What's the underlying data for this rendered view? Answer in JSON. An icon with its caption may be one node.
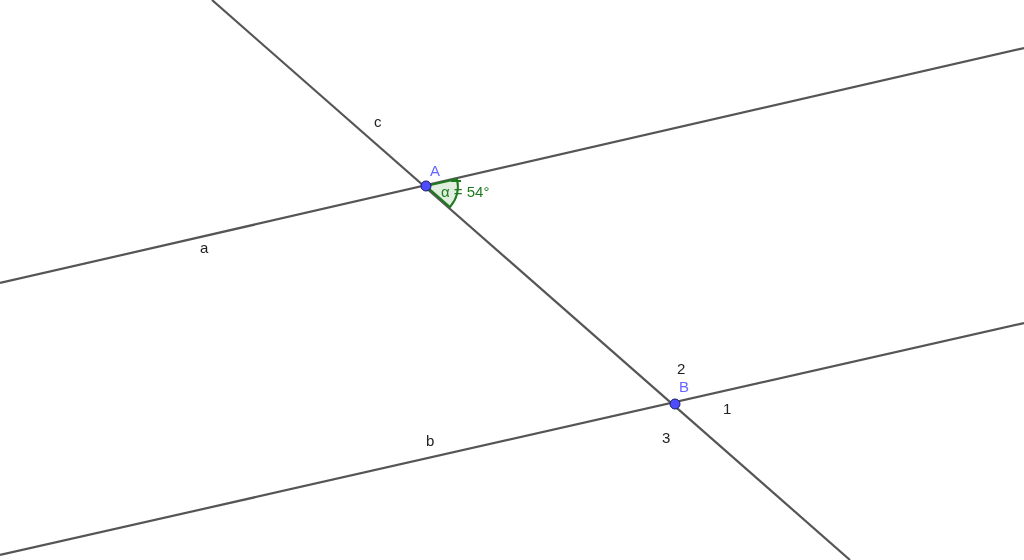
{
  "diagram": {
    "labels": [
      "c",
      "A",
      "α = 54°",
      "a",
      "2",
      "B",
      "1",
      "3",
      "b"
    ]
  }
}
